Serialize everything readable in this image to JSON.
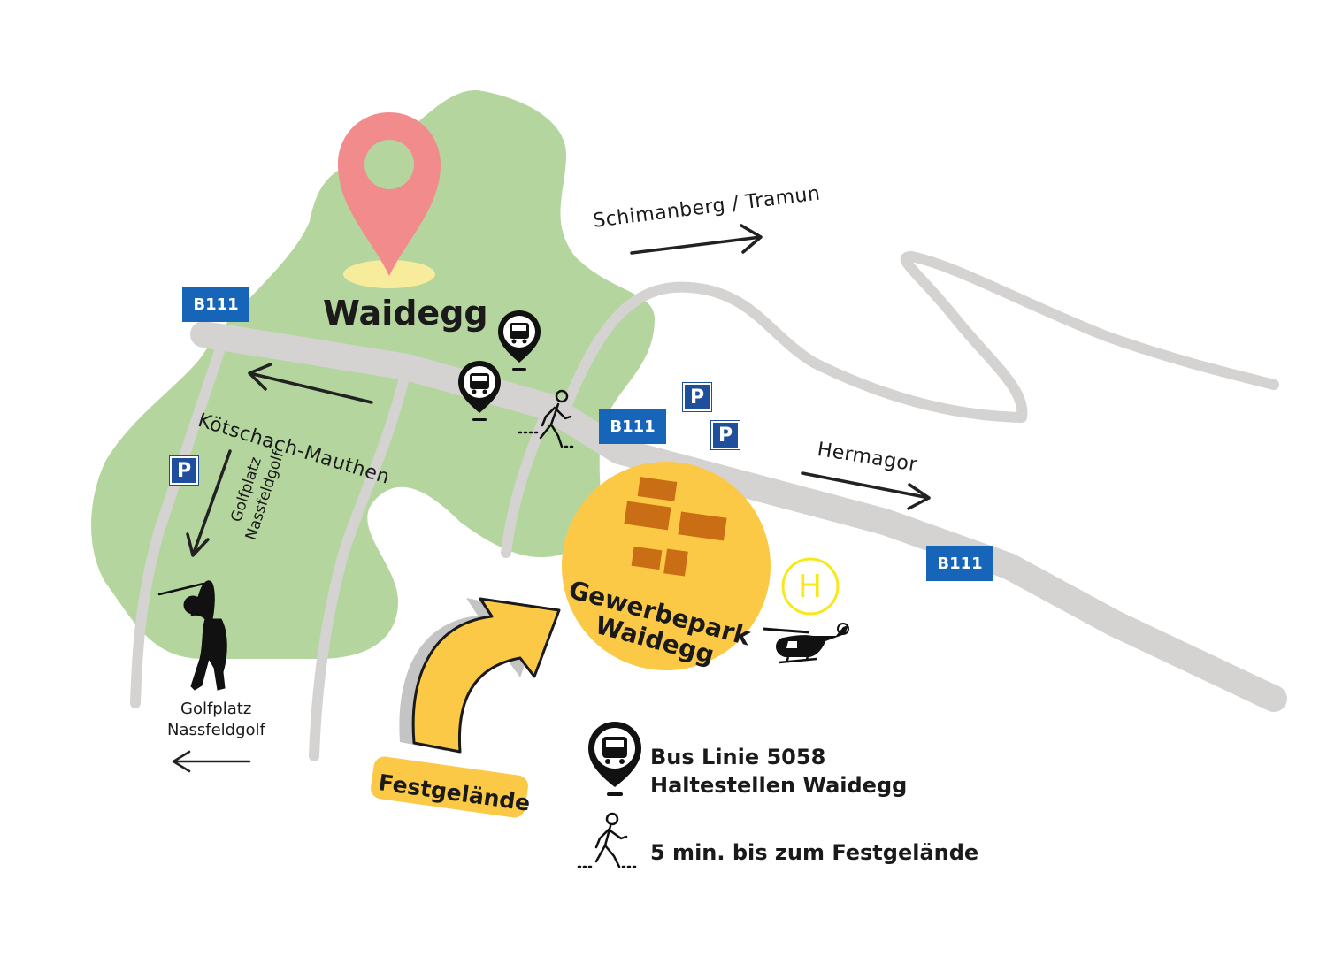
{
  "place": {
    "name": "Waidegg"
  },
  "roads": {
    "b111_label": "B111",
    "direction_koetschach": "Kötschach-Mauthen",
    "direction_schimanberg": "Schimanberg / Tramun",
    "direction_hermagor": "Hermagor",
    "direction_golf_short": "Golfplatz\nNassfeldgolf"
  },
  "golf": {
    "label_line1": "Golfplatz",
    "label_line2": "Nassfeldgolf"
  },
  "gewerbepark": {
    "label_line1": "Gewerbepark",
    "label_line2": "Waidegg"
  },
  "festival": {
    "label": "Festgelände"
  },
  "parking": {
    "symbol": "P"
  },
  "helipad": {
    "symbol": "H"
  },
  "legend": {
    "bus_line1": "Bus Linie 5058",
    "bus_line2": "Haltestellen Waidegg",
    "walk": "5 min. bis zum Festgelände"
  },
  "colors": {
    "green_area": "#b4d69e",
    "road": "#d5d2d2",
    "pin": "#f28b8b",
    "pin_glow": "#f6ec9c",
    "gewerbe_circle": "#fcc947",
    "building": "#c96e14",
    "sign_blue": "#1665b8",
    "festival_arrow": "#fcc947",
    "helipad_yellow": "#f7e81a"
  },
  "icons": {
    "location_pin": "location-pin-icon",
    "bus_stop": "bus-stop-icon",
    "pedestrian": "pedestrian-icon",
    "parking": "parking-icon",
    "helipad": "helipad-icon",
    "helicopter": "helicopter-icon",
    "golfer": "golfer-icon"
  }
}
